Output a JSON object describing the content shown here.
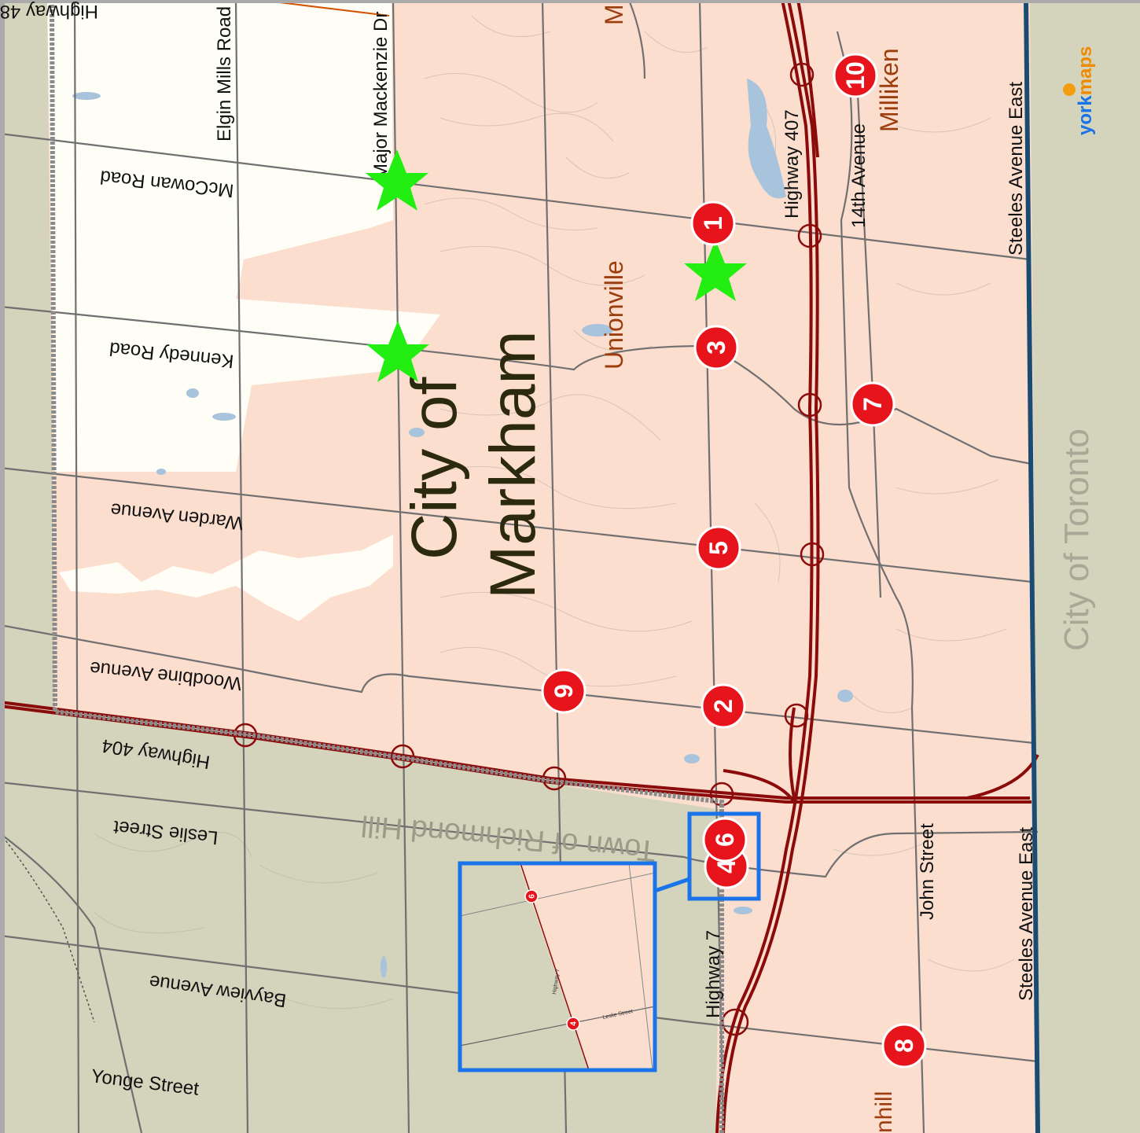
{
  "colors": {
    "markham_fill": "#fcdecf",
    "richmond_hill_fill": "#d4d3bc",
    "toronto_fill": "#d4d3bc",
    "rural_fill": "#fefdf6",
    "highway": "#8b0a0a",
    "municipal_boundary": "#1a4c73",
    "inset_frame": "#1a73e8",
    "marker": "#e8141c",
    "star": "#22ee11",
    "community_label": "#9c3d0e"
  },
  "regions": {
    "markham": "City of Markham",
    "markham_line1": "City of",
    "markham_line2": "Markham",
    "richmond_hill": "Town of Richmond Hill",
    "toronto": "City of Toronto"
  },
  "communities": {
    "unionville": "Unionville",
    "milliken": "Milliken",
    "thornhill_partial": "nhill",
    "top_partial": "M"
  },
  "roads": {
    "highway_48": "Highway 48",
    "elgin_mills": "Elgin Mills Road",
    "major_mackenzie": "Major Mackenzie Dr",
    "mccowan": "McCowan Road",
    "kennedy": "Kennedy Road",
    "warden": "Warden Avenue",
    "woodbine": "Woodbine Avenue",
    "highway_404": "Highway 404",
    "leslie": "Leslie Street",
    "bayview": "Bayview Avenue",
    "yonge": "Yonge Street",
    "highway_407": "Highway 407",
    "fourteenth_ave": "14th Avenue",
    "steeles_top": "Steeles Avenue East",
    "steeles_bottom": "Steeles Avenue East",
    "john_street": "John Street",
    "highway_7": "Highway 7"
  },
  "markers": [
    "1",
    "2",
    "3",
    "4",
    "5",
    "6",
    "7",
    "8",
    "9",
    "10"
  ],
  "inset": {
    "marker_top": "6",
    "marker_bottom": "4",
    "road_highway_7": "Highway 7",
    "road_leslie": "Leslie Street"
  },
  "logo": {
    "part1": "york",
    "part2": "maps"
  }
}
